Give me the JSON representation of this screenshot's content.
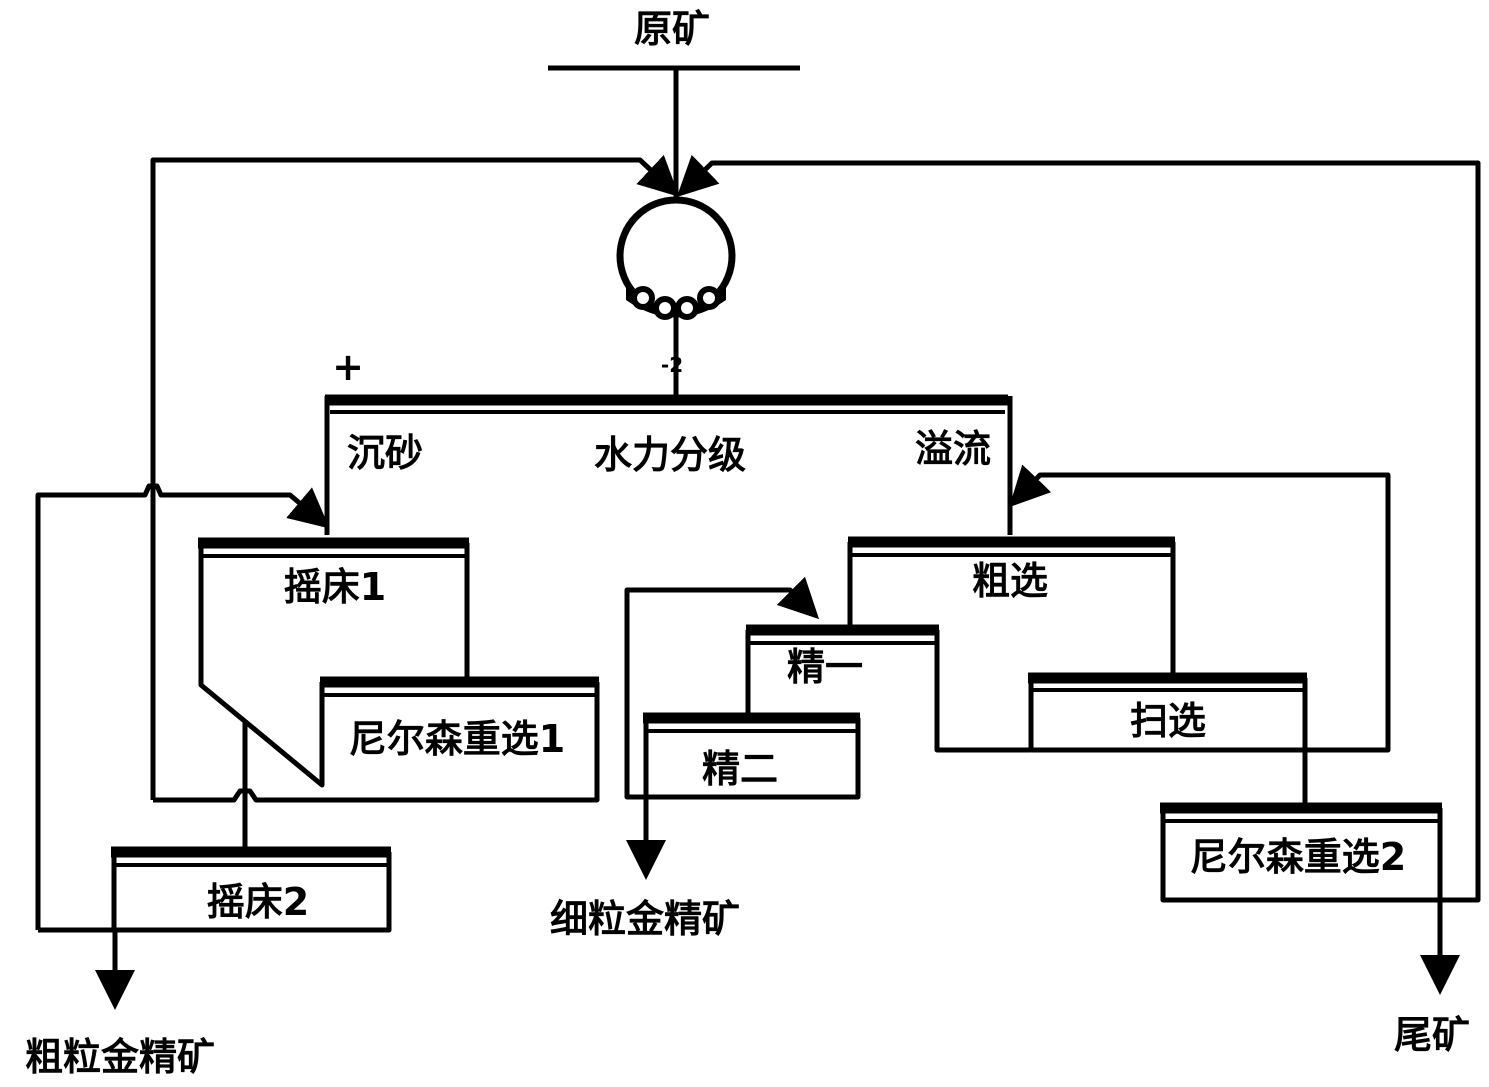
{
  "diagram": {
    "feed": "原矿",
    "size_mark": "-2",
    "plus_mark": "+",
    "classifier": "水力分级",
    "sand": "沉砂",
    "overflow": "溢流",
    "shaking_table_1": "摇床1",
    "nelson_1": "尼尔森重选1",
    "shaking_table_2": "摇床2",
    "coarse_concentrate": "粗粒金精矿",
    "rougher": "粗选",
    "cleaner_1": "精一",
    "cleaner_2": "精二",
    "scavenger": "扫选",
    "nelson_2": "尼尔森重选2",
    "fine_concentrate": "细粒金精矿",
    "tailings": "尾矿"
  }
}
